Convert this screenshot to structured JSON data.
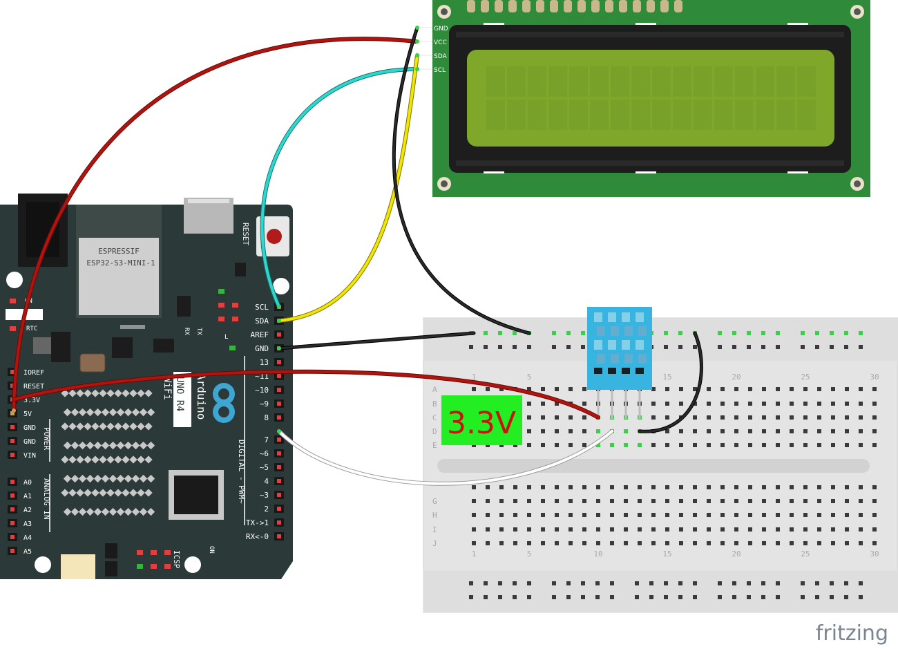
{
  "arduino": {
    "module_maker": "ESPRESSIF",
    "module_model": "ESP32-S3-MINI-1",
    "reset_label": "RESET",
    "brand": "Arduino",
    "board_name": "UNO R4",
    "board_variant": "WiFi",
    "header_right": [
      "SCL",
      "SDA",
      "AREF",
      "GND",
      "13",
      "~11",
      "~10",
      "~9",
      "8",
      "7",
      "~6",
      "~5",
      "4",
      "~3",
      "2",
      "TX->1",
      "RX<-0"
    ],
    "header_left_power": [
      "IOREF",
      "RESET",
      "3.3V",
      "5V",
      "GND",
      "GND",
      "VIN"
    ],
    "header_left_analog": [
      "A0",
      "A1",
      "A2",
      "A3",
      "A4",
      "A5"
    ],
    "section_power": "POWER",
    "section_analog": "ANALOG IN",
    "section_digital": "DIGITAL - PWM~",
    "led_labels": [
      "ON",
      "L",
      "RTC",
      "TX",
      "RX"
    ],
    "icsp_label": "ICSP",
    "side_text": "ON"
  },
  "lcd": {
    "pins": [
      "GND",
      "VCC",
      "SDA",
      "SCL"
    ]
  },
  "breadboard": {
    "row_letters_top": [
      "A",
      "B",
      "C",
      "D",
      "E"
    ],
    "row_letters_bottom": [
      "G",
      "H",
      "I",
      "J"
    ],
    "column_numbers": [
      "1",
      "5",
      "10",
      "15",
      "20",
      "25",
      "30"
    ]
  },
  "annotation": {
    "voltage": "3.3V",
    "box_color": "#22ee22",
    "text_color": "#cc1111"
  },
  "watermark": "fritzing",
  "colors": {
    "wire_power": "#b0140f",
    "wire_ground": "#1a1a1a",
    "wire_sda": "#f2e600",
    "wire_scl": "#2ad8d0",
    "wire_data": "#ffffff",
    "board": "#2b3a38",
    "lcd_pcb": "#2f8a3a",
    "lcd_screen": "#7fa72a",
    "sensor": "#38b4e0",
    "breadboard": "#e6e6e6"
  }
}
